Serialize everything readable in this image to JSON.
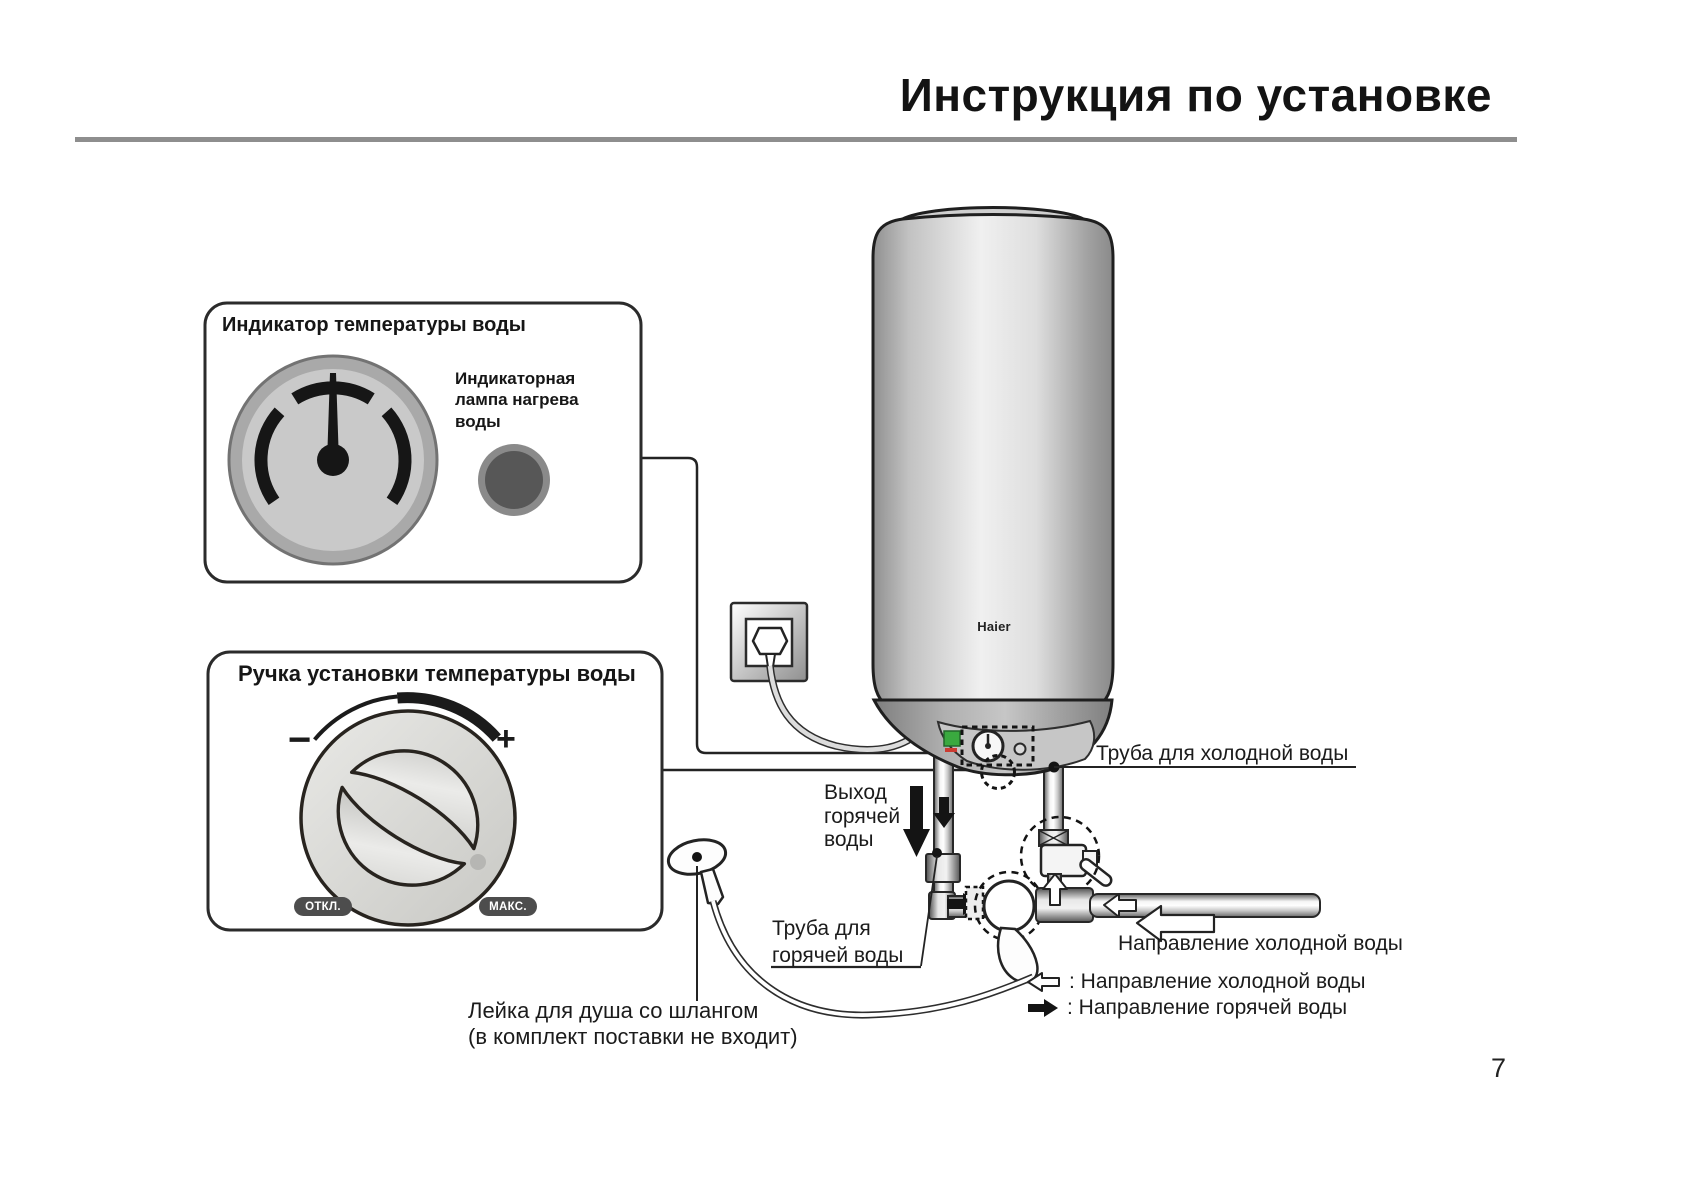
{
  "page": {
    "title": "Инструкция по установке",
    "page_number": "7"
  },
  "heater": {
    "brand": "Haier"
  },
  "indicator_box": {
    "heading": "Индикатор температуры воды",
    "lamp_label": {
      "line1": "Индикаторная",
      "line2": "лампа нагрева",
      "line3": "воды"
    }
  },
  "knob_box": {
    "heading": "Ручка установки температуры воды",
    "minus_label": "−",
    "plus_label": "+",
    "off_label": "ОТКЛ.",
    "max_label": "МАКС."
  },
  "diagram_labels": {
    "cold_pipe": "Труба для холодной воды",
    "hot_water_outlet": {
      "line1": "Выход",
      "line2": "горячей",
      "line3": "воды"
    },
    "hot_pipe": {
      "line1": "Труба для",
      "line2": "горячей воды"
    },
    "cold_direction": "Направление холодной воды",
    "shower": {
      "line1": "Лейка для душа со шлангом",
      "line2": "(в комплект поставки не входит)"
    }
  },
  "legend": {
    "cold": ": Направление холодной воды",
    "hot": ": Направление горячей воды"
  },
  "colors": {
    "outline": "#231f20",
    "title_rule": "#8e8e8e",
    "badge_bg": "#4d4d4d",
    "heater_lamp_green": "#3aa93f",
    "indicator_lamp_gray": "#575757"
  }
}
